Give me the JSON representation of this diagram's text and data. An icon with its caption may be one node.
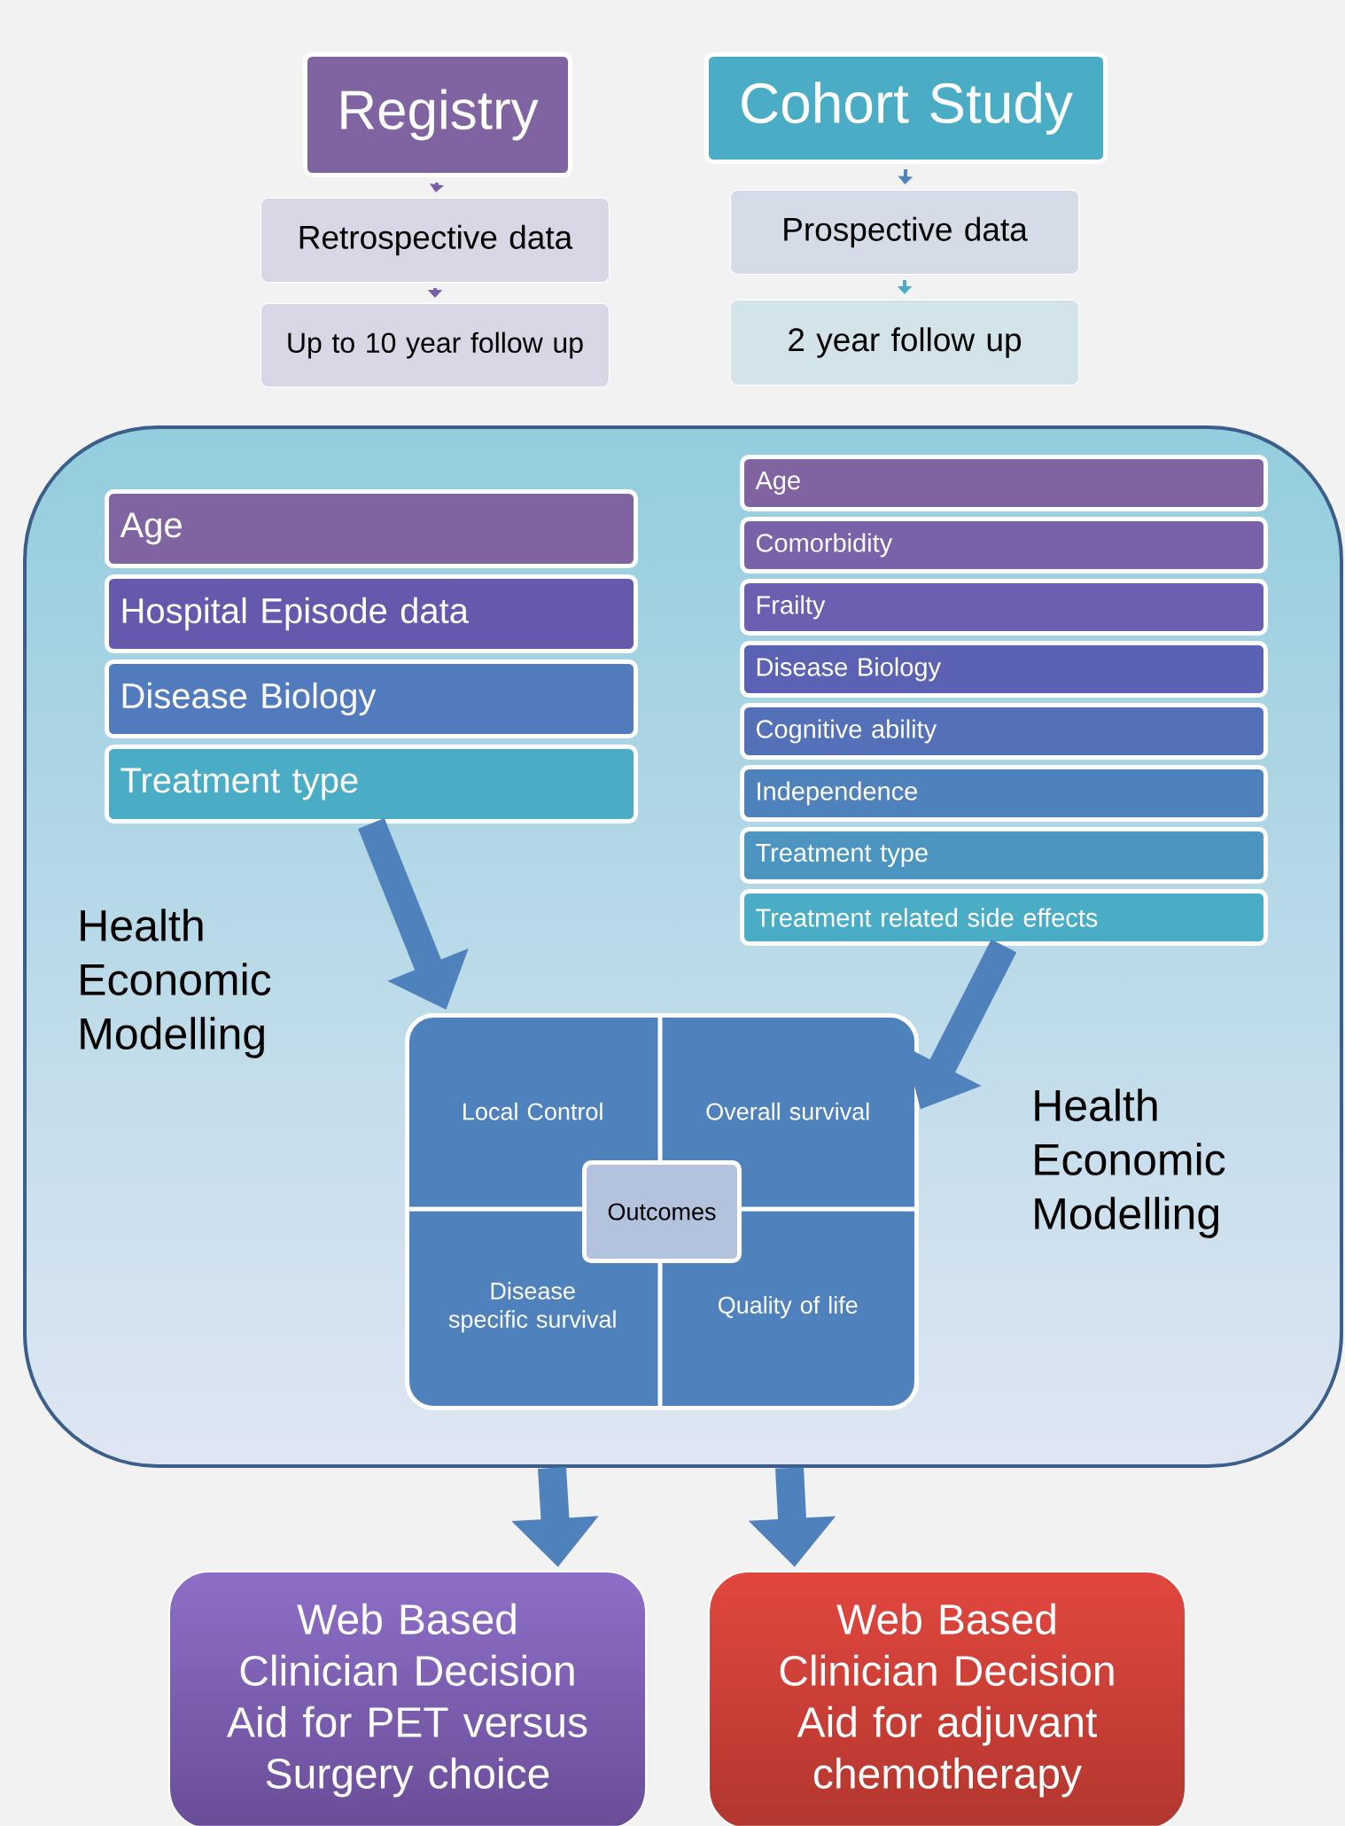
{
  "diagram": {
    "nodes": [
      {
        "text": [
          "Registry"
        ]
      },
      {
        "text": [
          "Cohort Study"
        ]
      },
      {
        "text": [
          "Retrospective data"
        ]
      },
      {
        "text": [
          "Prospective data"
        ]
      },
      {
        "text": [
          "Up to 10 year follow up"
        ]
      },
      {
        "text": [
          "2 year follow up"
        ]
      },
      {
        "text": [],
        "shape": "box"
      },
      {
        "text": [
          "Age"
        ],
        "in": 6
      },
      {
        "text": [
          "Hospital Episode data"
        ],
        "in": 6
      },
      {
        "text": [
          "Disease Biology"
        ],
        "in": 6
      },
      {
        "text": [
          "Treatment type"
        ],
        "in": 6
      },
      {
        "text": [
          "Age"
        ],
        "in": 6
      },
      {
        "text": [
          "Comorbidity"
        ],
        "in": 6
      },
      {
        "text": [
          "Frailty"
        ],
        "in": 6
      },
      {
        "text": [
          "Disease Biology"
        ],
        "in": 6
      },
      {
        "text": [
          "Cognitive ability"
        ],
        "in": 6
      },
      {
        "text": [
          "Independence"
        ],
        "in": 6
      },
      {
        "text": [
          "Treatment type"
        ],
        "in": 6
      },
      {
        "text": [
          "Treatment related side effects"
        ],
        "in": 6
      },
      {
        "text": [],
        "shape": "box",
        "in": 6
      },
      {
        "text": [
          "Local Control"
        ],
        "in": 19
      },
      {
        "text": [
          "Overall survival"
        ],
        "in": 19
      },
      {
        "text": [
          "Disease specific survival"
        ],
        "in": 19
      },
      {
        "text": [
          "Quality of life"
        ],
        "in": 19
      },
      {
        "text": [
          "Outcomes"
        ],
        "in": 19
      },
      {
        "text": [
          "Web Based Clinician Decision Aid for PET versus Surgery choice"
        ]
      },
      {
        "text": [
          "Web Based Clinician Decision Aid for adjuvant chemotherapy"
        ]
      }
    ],
    "edges": [
      {
        "from": 0,
        "to": 2,
        "arrow": "to",
        "color": "#7b5fa8"
      },
      {
        "from": 2,
        "to": 4,
        "arrow": "to",
        "color": "#7b5fa8"
      },
      {
        "from": 1,
        "to": 3,
        "arrow": "to",
        "color": "#4f81bd"
      },
      {
        "from": 3,
        "to": 5,
        "arrow": "to",
        "color": "#4bacc6"
      },
      {
        "from": 10,
        "to": 19,
        "arrow": "to",
        "style": "thick",
        "color": "#4f81bd"
      },
      {
        "from": 18,
        "to": 19,
        "arrow": "to",
        "style": "thick",
        "color": "#4f81bd"
      },
      {
        "from": 6,
        "to": 25,
        "arrow": "to",
        "style": "thick",
        "color": "#4f81bd"
      },
      {
        "from": 6,
        "to": 26,
        "arrow": "to",
        "style": "thick",
        "color": "#4f81bd"
      }
    ],
    "labels": [
      "Health Economic Modelling",
      "Health Economic Modelling"
    ]
  }
}
